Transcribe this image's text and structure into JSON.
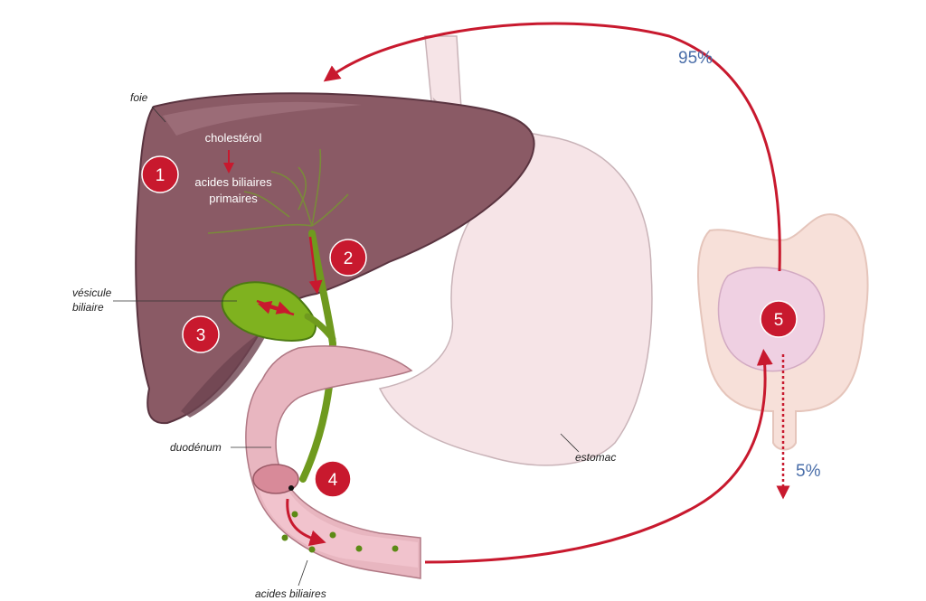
{
  "colors": {
    "liver": "#8a5a65",
    "liver_dark": "#5a3440",
    "gallbladder": "#7fb21f",
    "bile_duct": "#6f9a1e",
    "stomach": "#f6e4e7",
    "duodenum": "#e8b6c0",
    "intestine": "#f7dfd7",
    "accent_red": "#c8192e",
    "percent_blue": "#4a6ea9"
  },
  "labels": {
    "foie": "foie",
    "vesicule_line1": "vésicule",
    "vesicule_line2": "biliaire",
    "duodenum": "duodénum",
    "estomac": "estomac",
    "acides_biliaires": "acides biliaires",
    "cholesterol": "cholestérol",
    "primary_line1": "acides biliaires",
    "primary_line2": "primaires",
    "percent_recycled": "95%",
    "percent_excreted": "5%"
  },
  "steps": [
    {
      "label": "1",
      "icon": "numbered-circle"
    },
    {
      "label": "2",
      "icon": "numbered-circle"
    },
    {
      "label": "3",
      "icon": "numbered-circle"
    },
    {
      "label": "4",
      "icon": "numbered-circle"
    },
    {
      "label": "5",
      "icon": "numbered-circle"
    }
  ]
}
